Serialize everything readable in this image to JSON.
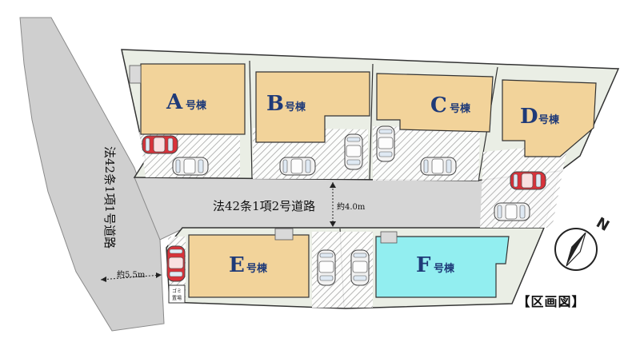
{
  "plan_caption": "【区画図】",
  "lots": [
    {
      "letter": "A",
      "suffix": "号棟"
    },
    {
      "letter": "B",
      "suffix": "号棟"
    },
    {
      "letter": "C",
      "suffix": "号棟"
    },
    {
      "letter": "D",
      "suffix": "号棟"
    },
    {
      "letter": "E",
      "suffix": "号棟"
    },
    {
      "letter": "F",
      "suffix": "号棟"
    }
  ],
  "roads": {
    "main_road": "法42条1項1号道路",
    "main_width": "約5.5m",
    "inner_road": "法42条1項2号道路",
    "inner_width": "約4.0m"
  },
  "garbage_station": [
    "ゴミ",
    "置場"
  ],
  "compass": {
    "label": "N"
  },
  "colors": {
    "house_standard": "#f2d39a",
    "house_highlight": "#92eef0",
    "lot_ground": "#e8eee0",
    "road": "#cfcfcf",
    "title_blue": "#1f3a78",
    "car_red": "#d8323a"
  }
}
